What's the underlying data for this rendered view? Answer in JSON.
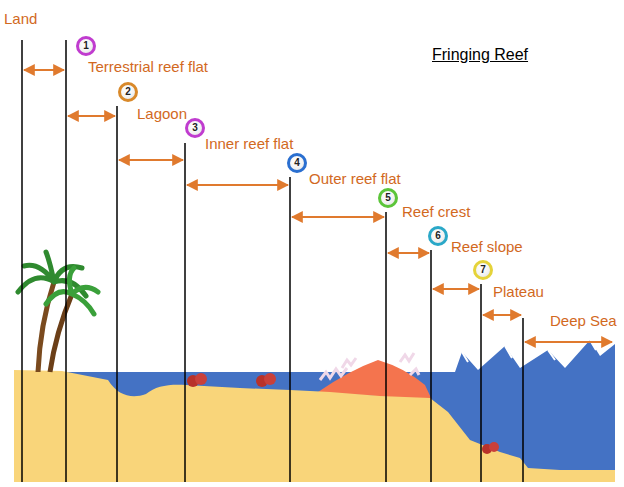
{
  "diagram": {
    "title": "Fringing Reef",
    "nodes": [
      {
        "text": [
          "1",
          "Terrestrial reef flat"
        ]
      },
      {
        "text": [
          "2",
          "Lagoon"
        ]
      },
      {
        "text": [
          "3",
          "Inner reef flat"
        ]
      },
      {
        "text": [
          "4",
          "Outer reef flat"
        ]
      },
      {
        "text": [
          "5",
          "Reef crest"
        ]
      },
      {
        "text": [
          "6",
          "Reef slope"
        ]
      },
      {
        "text": [
          "7",
          "Plateau"
        ]
      }
    ],
    "labels": [
      "Land",
      "Deep Sea"
    ]
  }
}
